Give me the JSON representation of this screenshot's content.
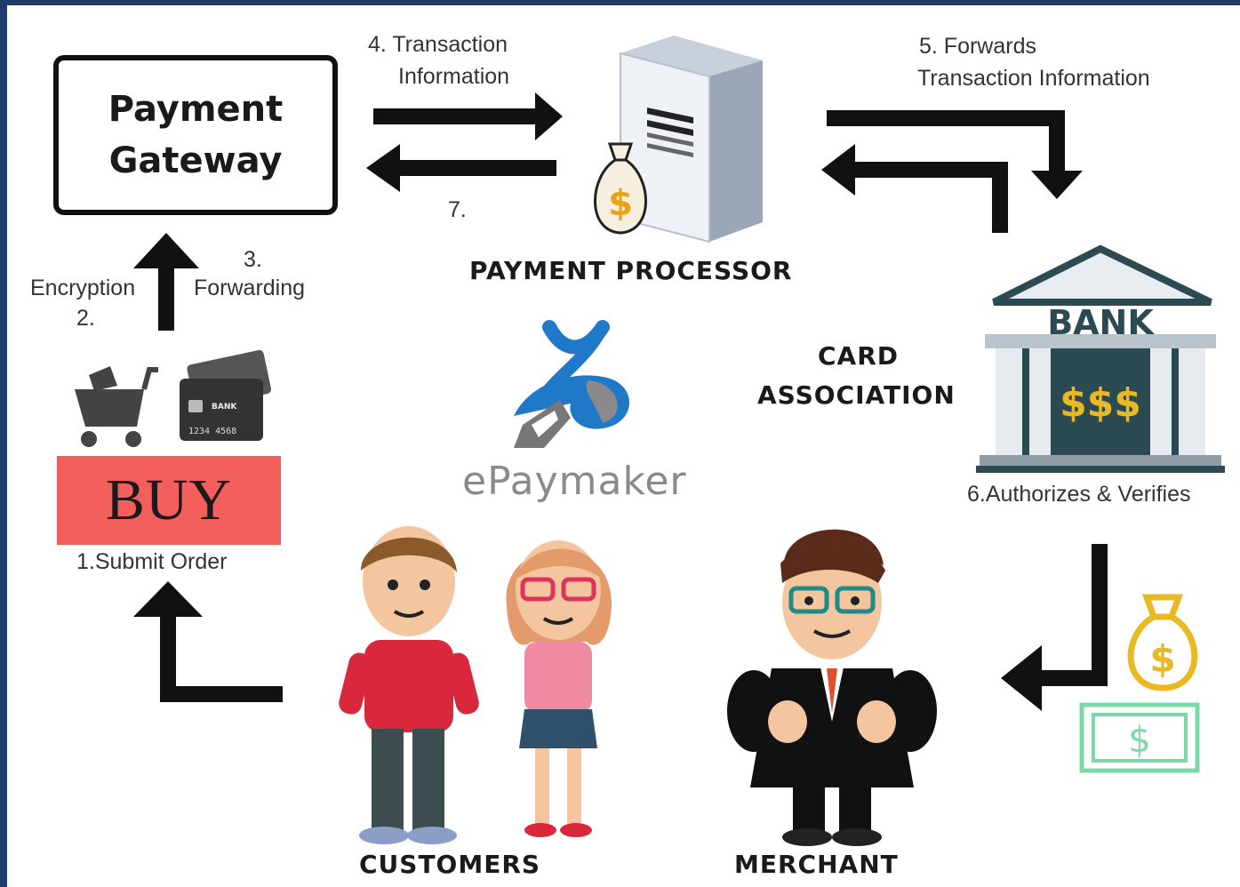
{
  "gateway": {
    "title": "Payment Gateway"
  },
  "processor": {
    "title": "PAYMENT PROCESSOR"
  },
  "card_association": {
    "line1": "CARD",
    "line2": "ASSOCIATION"
  },
  "bank": {
    "sign": "BANK",
    "vault": "$$$"
  },
  "steps": {
    "s1": "1.Submit Order",
    "s2": "2.",
    "s2_label": "Encryption",
    "s3": "3.",
    "s3_label": "Forwarding",
    "s4_line1": "4. Transaction",
    "s4_line2": "Information",
    "s5_line1": "5. Forwards",
    "s5_line2": "Transaction Information",
    "s6": "6.Authorizes & Verifies",
    "s7": "7."
  },
  "buy": {
    "label": "BUY",
    "card_bank": "BANK",
    "card_number": "1234 4568"
  },
  "brand": {
    "name": "ePaymaker"
  },
  "actors": {
    "customers": "CUSTOMERS",
    "merchant": "MERCHANT"
  },
  "money": {
    "bag_symbol": "$",
    "bill_symbol": "$"
  },
  "colors": {
    "frame": "#1f3c6e",
    "buy_red": "#f25f5c",
    "bank_teal": "#2c4a52",
    "gold": "#e8b923",
    "bill_green": "#7dd8a8",
    "brand_blue": "#1f78c8"
  }
}
